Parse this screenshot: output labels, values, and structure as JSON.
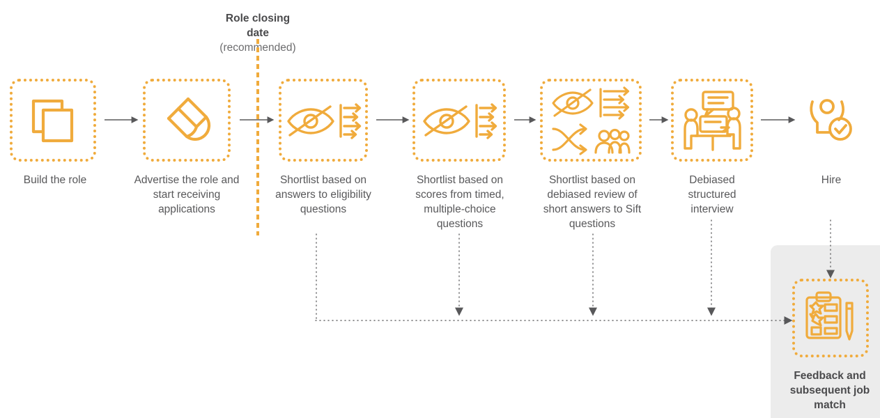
{
  "diagram": {
    "title_block": {
      "title": "Role closing",
      "title_line2": "date",
      "subtitle": "(recommended)"
    },
    "colors": {
      "accent_orange": "#f0ab3c",
      "text_gray": "#58585a",
      "arrow_gray": "#58585a",
      "panel_gray": "#ececec"
    },
    "steps": [
      {
        "id": "build-the-role",
        "label": "Build the role",
        "icons": [
          "layers-documents-icon"
        ],
        "boxed": true
      },
      {
        "id": "advertise-the-role",
        "label": "Advertise the role and start receiving applications",
        "icons": [
          "magnet-icon"
        ],
        "boxed": true
      },
      {
        "id": "shortlist-eligibility",
        "label": "Shortlist based on answers to eligibility questions",
        "icons": [
          "hidden-eye-icon",
          "sort-arrows-icon"
        ],
        "boxed": true
      },
      {
        "id": "shortlist-timed-mcq",
        "label": "Shortlist based on scores from timed, multiple-choice questions",
        "icons": [
          "hidden-eye-icon",
          "sort-arrows-icon"
        ],
        "boxed": true
      },
      {
        "id": "shortlist-debiased-review",
        "label": "Shortlist based on debiased review of short answers to Sift questions",
        "icons": [
          "hidden-eye-icon",
          "sort-arrows-icon",
          "shuffle-arrows-icon",
          "people-group-icon"
        ],
        "boxed": true
      },
      {
        "id": "debiased-structured-interview",
        "label": "Debiased structured interview",
        "icons": [
          "interview-table-icon"
        ],
        "boxed": true
      },
      {
        "id": "hire",
        "label": "Hire",
        "icons": [
          "celebrating-person-check-icon"
        ],
        "boxed": false
      },
      {
        "id": "feedback-job-match",
        "label": "Feedback and subsequent job match",
        "icons": [
          "clipboard-pencil-icon"
        ],
        "boxed": true,
        "bold": true
      }
    ]
  }
}
